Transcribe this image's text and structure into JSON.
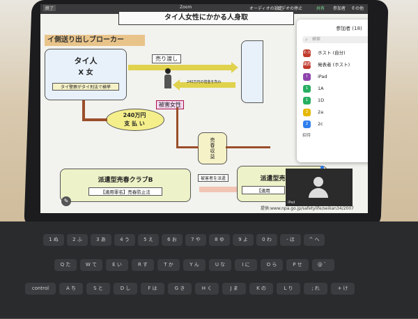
{
  "window": {
    "title": "Zoom",
    "toolbar": [
      "オーディオの設定",
      "ビデオの停止",
      "共有",
      "参加者",
      "その他"
    ],
    "close": "終了"
  },
  "slide": {
    "title": "タイ人女性にかかる人身取",
    "banner": "イ側送り出しブローカー",
    "left_box": {
      "line1": "タイ人",
      "line2": "X 女",
      "note": "タイ警察がタイ刑法で検挙"
    },
    "arrow_top": "売り渡し",
    "arrow_mid": "240万円の借金を負わ",
    "victim": "被害女性",
    "payment": {
      "line1": "240万円",
      "line2": "支 払 い"
    },
    "income": "売春収益",
    "bottom_left": {
      "title": "派遣型売春クラブB",
      "note": "【適用罪名】売春防止法"
    },
    "bottom_mid": "被害者を派遣",
    "bottom_right": {
      "title": "派遣型売春",
      "note": "【適用"
    },
    "credit": "提供:www.npa.go.jp/safetylife/seikan34/2007"
  },
  "participants": {
    "header": "参加者 (18)",
    "search_placeholder": "検索",
    "list": [
      {
        "avatar": "ホスト",
        "name": "ホスト (自分)",
        "color": "#c0392b"
      },
      {
        "avatar": "関西",
        "name": "発表者 (ホスト)",
        "color": "#c0392b"
      },
      {
        "avatar": "I",
        "name": "iPad",
        "color": "#8e44ad"
      },
      {
        "avatar": "1",
        "name": "1A",
        "color": "#27ae60"
      },
      {
        "avatar": "1",
        "name": "1D",
        "color": "#27ae60"
      },
      {
        "avatar": "2",
        "name": "2a",
        "color": "#e6b800"
      },
      {
        "avatar": "2",
        "name": "2c",
        "color": "#2f80ed"
      }
    ],
    "footer": "招待"
  },
  "video": {
    "label": "iPad"
  },
  "keyboard": {
    "row1": [
      "1 ぬ",
      "2 ふ",
      "3 あ",
      "4 う",
      "5 え",
      "6 お",
      "7 や",
      "8 ゆ",
      "9 よ",
      "0 わ",
      "- ほ",
      "^ へ"
    ],
    "row2": [
      "Q た",
      "W て",
      "E い",
      "R す",
      "T か",
      "Y ん",
      "U な",
      "I に",
      "O ら",
      "P せ",
      "@ ゛"
    ],
    "row3": [
      "control",
      "A ち",
      "S と",
      "D し",
      "F は",
      "G き",
      "H く",
      "J ま",
      "K の",
      "L り",
      "; れ",
      "+ け"
    ]
  }
}
